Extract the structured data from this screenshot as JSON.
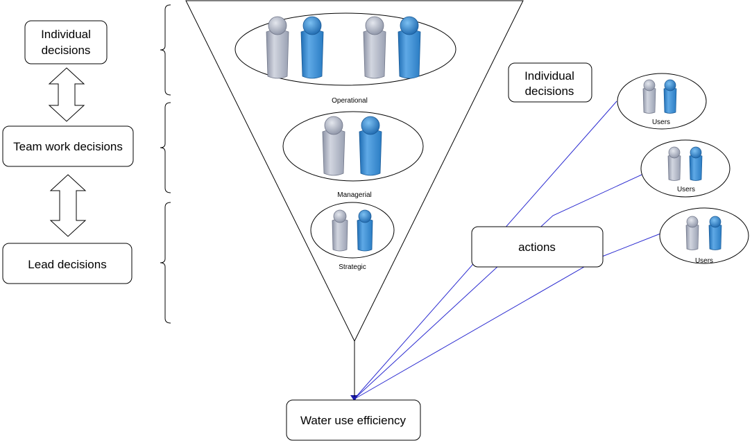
{
  "left_column": {
    "individual": "Individual decisions",
    "individual_line1": "Individual",
    "individual_line2": "decisions",
    "team": "Team work decisions",
    "lead": "Lead decisions"
  },
  "funnel_levels": {
    "operational": "Operational",
    "managerial": "Managerial",
    "strategic": "Strategic"
  },
  "right": {
    "individual_line1": "Individual",
    "individual_line2": "decisions",
    "actions": "actions",
    "users": [
      "Users",
      "Users",
      "Users"
    ]
  },
  "outcome": "Water use efficiency",
  "colors": {
    "person_grey": "#a9afbf",
    "person_blue": "#2f7fc6",
    "connector_blue": "#2a2ad0",
    "stroke": "#000000"
  },
  "icons": {
    "arrow": "double-headed-vertical-arrow",
    "person": "person-icon"
  }
}
